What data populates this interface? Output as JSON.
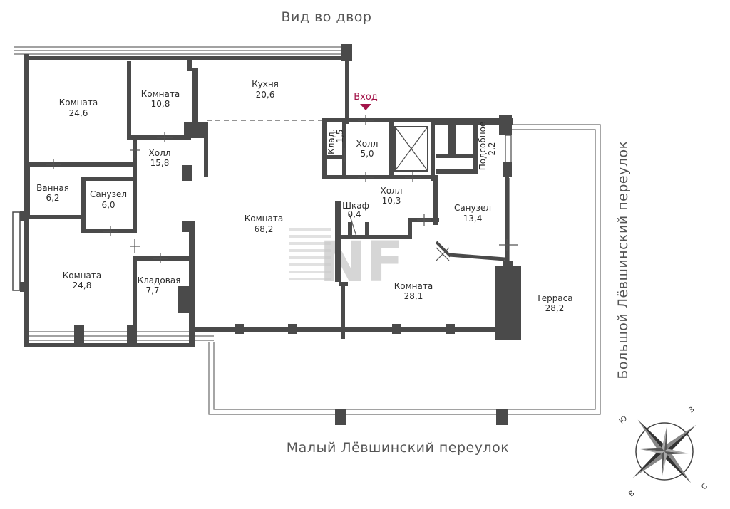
{
  "streets": {
    "top": "Вид во двор",
    "bottom": "Малый Лёвшинский переулок",
    "right": "Большой Лёвшинский переулок"
  },
  "entry": {
    "label": "Вход",
    "color": "#a3154a"
  },
  "watermark": {
    "text": "NF"
  },
  "rooms": [
    {
      "name": "Комната",
      "area": "24,6"
    },
    {
      "name": "Комната",
      "area": "10,8"
    },
    {
      "name": "Кухня",
      "area": "20,6"
    },
    {
      "name": "Холл",
      "area": "15,8"
    },
    {
      "name": "Клад.",
      "area": "1,5"
    },
    {
      "name": "Холл",
      "area": "5,0"
    },
    {
      "name": "Подсобное",
      "area": "2,2"
    },
    {
      "name": "Ванная",
      "area": "6,2"
    },
    {
      "name": "Санузел",
      "area": "6,0"
    },
    {
      "name": "Холл",
      "area": "10,3"
    },
    {
      "name": "Шкаф",
      "area": "0,4"
    },
    {
      "name": "Санузел",
      "area": "13,4"
    },
    {
      "name": "Комната",
      "area": "68,2"
    },
    {
      "name": "Комната",
      "area": "24,8"
    },
    {
      "name": "Кладовая",
      "area": "7,7"
    },
    {
      "name": "Комната",
      "area": "28,1"
    },
    {
      "name": "Терраса",
      "area": "28,2"
    }
  ],
  "compass": {
    "letters": [
      "Ю",
      "З",
      "С",
      "В"
    ]
  },
  "colors": {
    "walls": "#4a4a4a",
    "entry": "#a3154a"
  }
}
